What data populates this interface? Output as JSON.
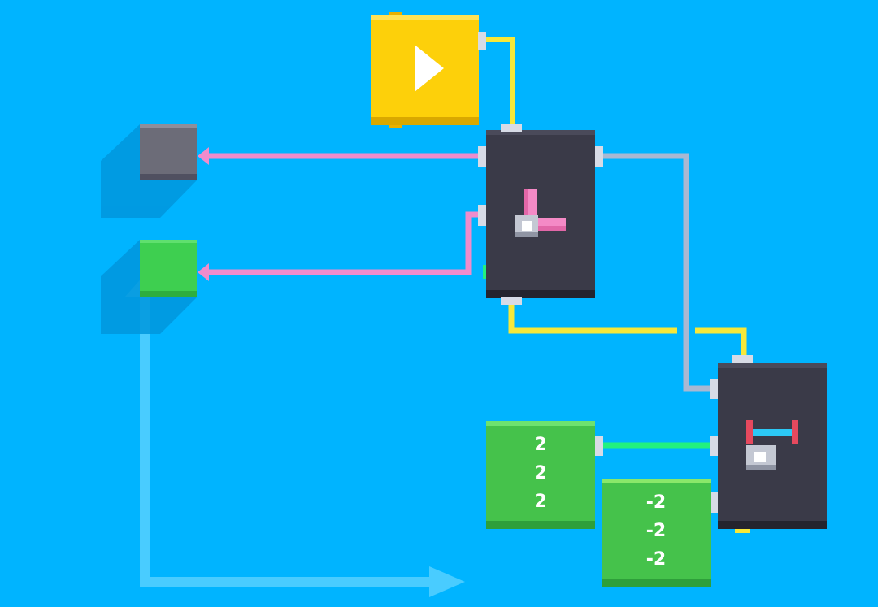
{
  "scene": {
    "background_color": "#00b4ff",
    "wire_colors": {
      "power": "#f7e83a",
      "pink": "#f08ccc",
      "gray": "#a9b8d2",
      "green": "#23f07f",
      "guide": "#62d4ff"
    }
  },
  "blocks": {
    "start": {
      "icon": "play-icon",
      "color": "#fdd00a"
    },
    "sensor": {
      "icon": "clock-hands-icon",
      "color": "#3a3a48"
    },
    "distance": {
      "icon": "distance-sensor-icon",
      "color": "#3a3a48"
    },
    "gray_target": {
      "color": "#6c6c78"
    },
    "green_target": {
      "color": "#3ecf50"
    },
    "positive_values": {
      "values": [
        "2",
        "2",
        "2"
      ],
      "color": "#45c24b"
    },
    "negative_values": {
      "values": [
        "-2",
        "-2",
        "-2"
      ],
      "color": "#45c24b"
    }
  }
}
